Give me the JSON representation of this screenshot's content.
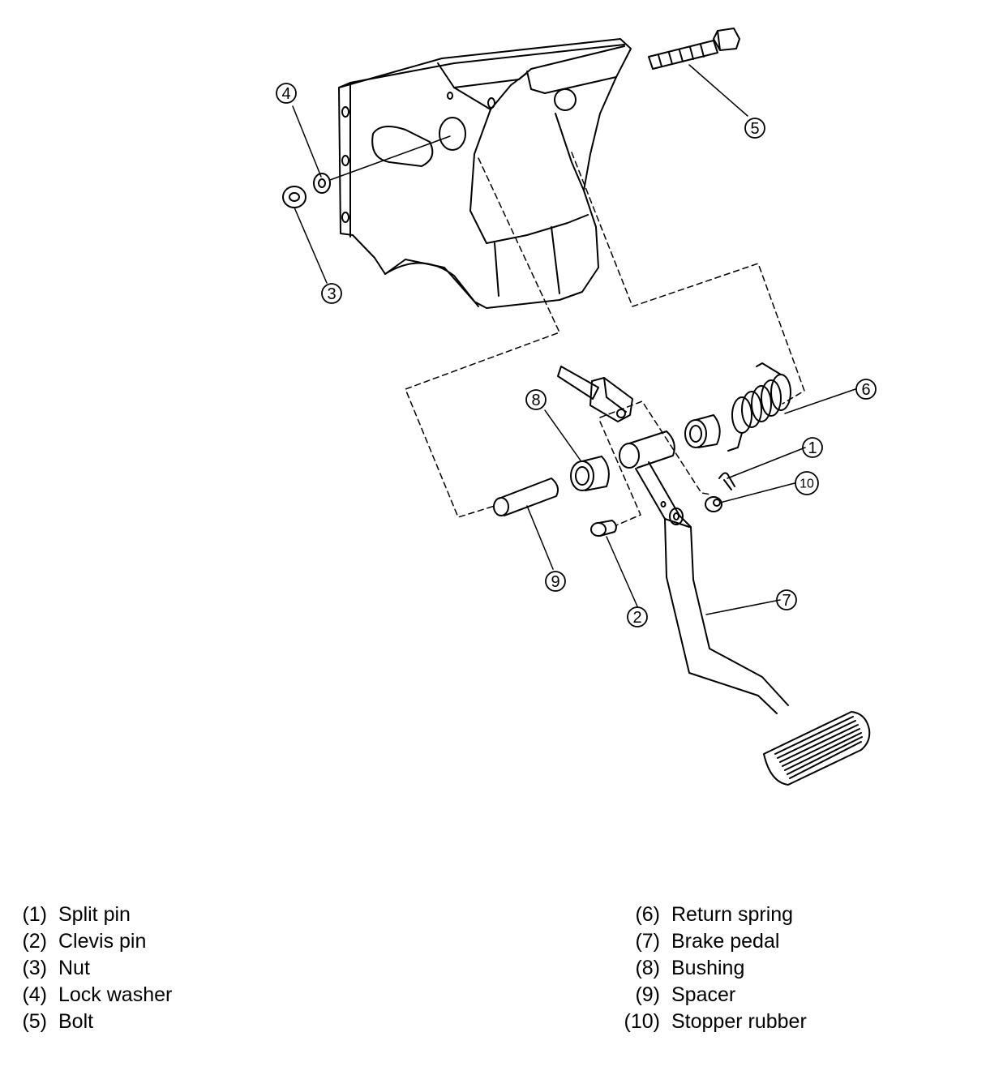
{
  "callouts": [
    "1",
    "2",
    "3",
    "4",
    "5",
    "6",
    "7",
    "8",
    "9",
    "10"
  ],
  "legend": {
    "left": [
      {
        "number": "(1)",
        "label": "Split pin"
      },
      {
        "number": "(2)",
        "label": "Clevis pin"
      },
      {
        "number": "(3)",
        "label": "Nut"
      },
      {
        "number": "(4)",
        "label": "Lock washer"
      },
      {
        "number": "(5)",
        "label": "Bolt"
      }
    ],
    "right": [
      {
        "number": "(6)",
        "label": "Return spring"
      },
      {
        "number": "(7)",
        "label": "Brake pedal"
      },
      {
        "number": "(8)",
        "label": "Bushing"
      },
      {
        "number": "(9)",
        "label": "Spacer"
      },
      {
        "number": "(10)",
        "label": "Stopper rubber"
      }
    ]
  }
}
